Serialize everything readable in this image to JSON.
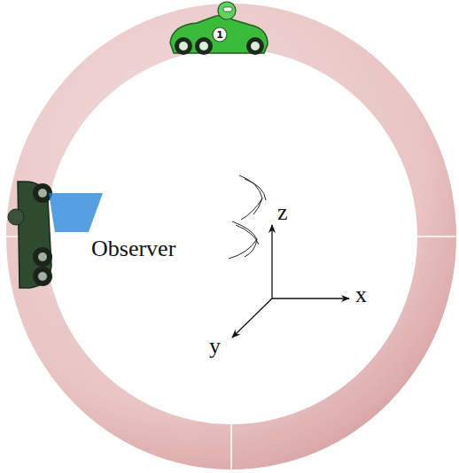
{
  "diagram": {
    "labels": [
      "Observer",
      "z",
      "x",
      "y",
      "1"
    ]
  }
}
